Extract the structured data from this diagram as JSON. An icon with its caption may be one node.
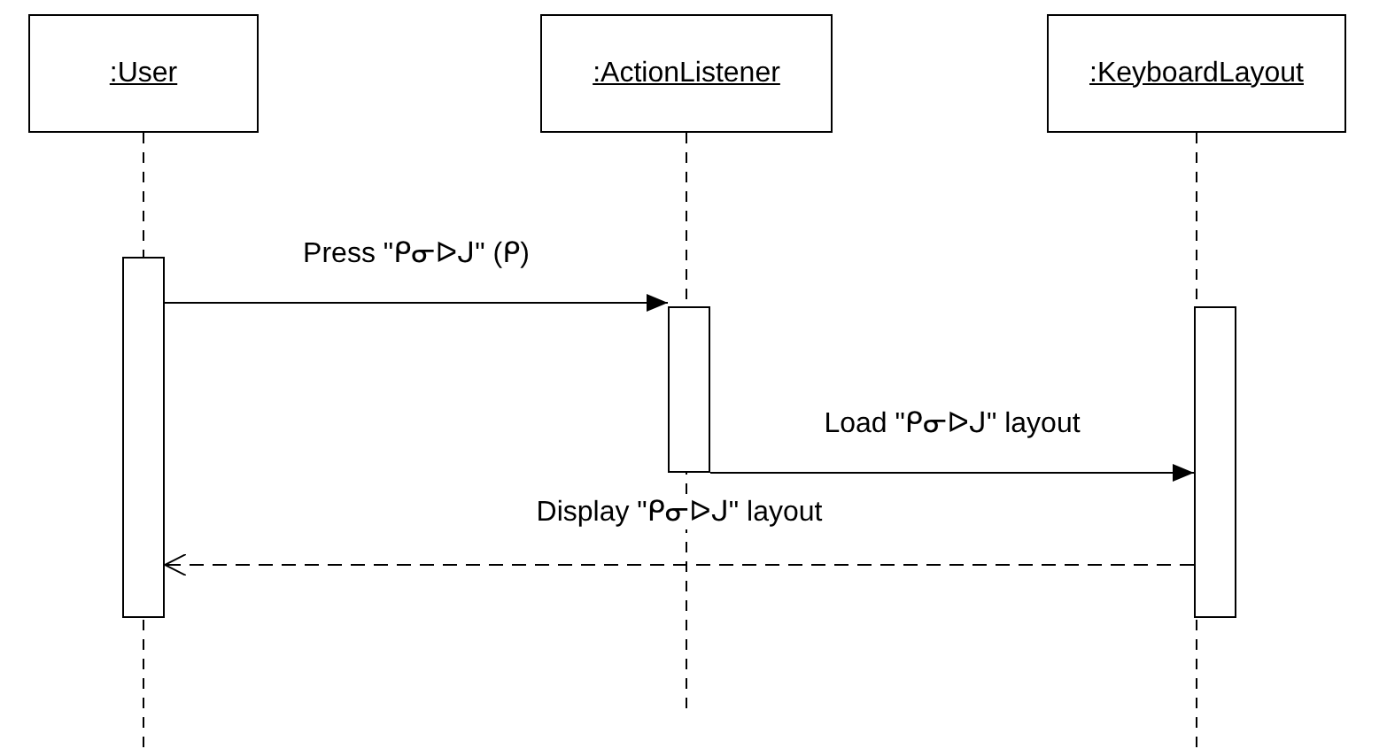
{
  "diagram": {
    "nodes": [
      {
        "text": [
          ":User"
        ]
      },
      {
        "text": [
          ":ActionListener"
        ]
      },
      {
        "text": [
          ":KeyboardLayout"
        ]
      },
      {
        "text": [],
        "shape": "box"
      },
      {
        "text": [],
        "shape": "box"
      },
      {
        "text": [],
        "shape": "box"
      }
    ],
    "edges": [
      {
        "from": 3,
        "to": 4,
        "arrow": "to",
        "label": "Press \"ᑭᓂᐅᒍ\" (ᑭ)"
      },
      {
        "from": 4,
        "to": 5,
        "arrow": "to",
        "label": "Load \"ᑭᓂᐅᒍ\" layout"
      },
      {
        "from": 5,
        "to": 3,
        "arrow": "to",
        "label": "Display \"ᑭᓂᐅᒍ\" layout",
        "style": "dashed"
      }
    ]
  }
}
